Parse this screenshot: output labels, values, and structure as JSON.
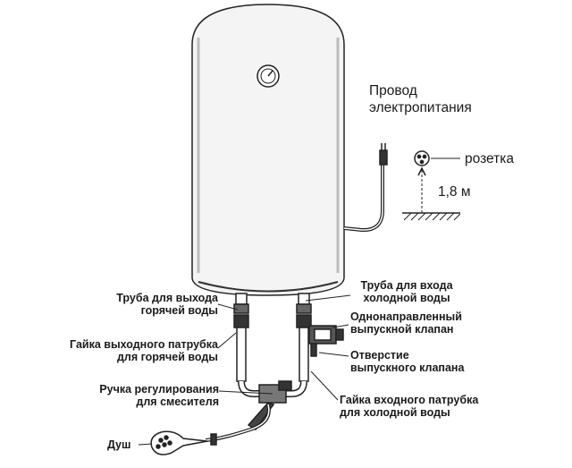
{
  "labels": {
    "power_wire": [
      "Провод",
      "электропитания"
    ],
    "socket": "розетка",
    "height": "1,8 м",
    "hot_outlet_pipe": [
      "Труба для выхода",
      "горячей воды"
    ],
    "cold_inlet_pipe": [
      "Труба для входа",
      "холодной воды"
    ],
    "check_valve": [
      "Однонаправленный",
      "выпускной клапан"
    ],
    "hot_outlet_nut": [
      "Гайка выходного патрубка",
      "для горячей воды"
    ],
    "relief_hole": [
      "Отверстие",
      "выпускного клапана"
    ],
    "mixer_handle": [
      "Ручка регулирования",
      "для смесителя"
    ],
    "cold_inlet_nut": [
      "Гайка входного патрубка",
      "для холодной воды"
    ],
    "shower": "Душ"
  }
}
